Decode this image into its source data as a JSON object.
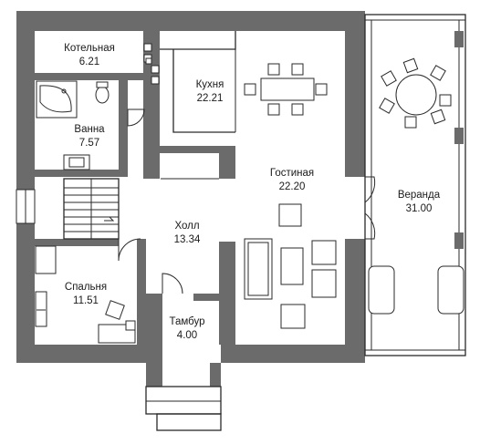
{
  "rooms": [
    {
      "name": "Котельная",
      "area": "6.21"
    },
    {
      "name": "Ванна",
      "area": "7.57"
    },
    {
      "name": "Кухня",
      "area": "22.21"
    },
    {
      "name": "Гостиная",
      "area": "22.20"
    },
    {
      "name": "Веранда",
      "area": "31.00"
    },
    {
      "name": "Холл",
      "area": "13.34"
    },
    {
      "name": "Спальня",
      "area": "11.51"
    },
    {
      "name": "Тамбур",
      "area": "4.00"
    }
  ],
  "colors": {
    "wall": "#6b6b6b",
    "line": "#2a2a2a",
    "background": "#ffffff"
  }
}
